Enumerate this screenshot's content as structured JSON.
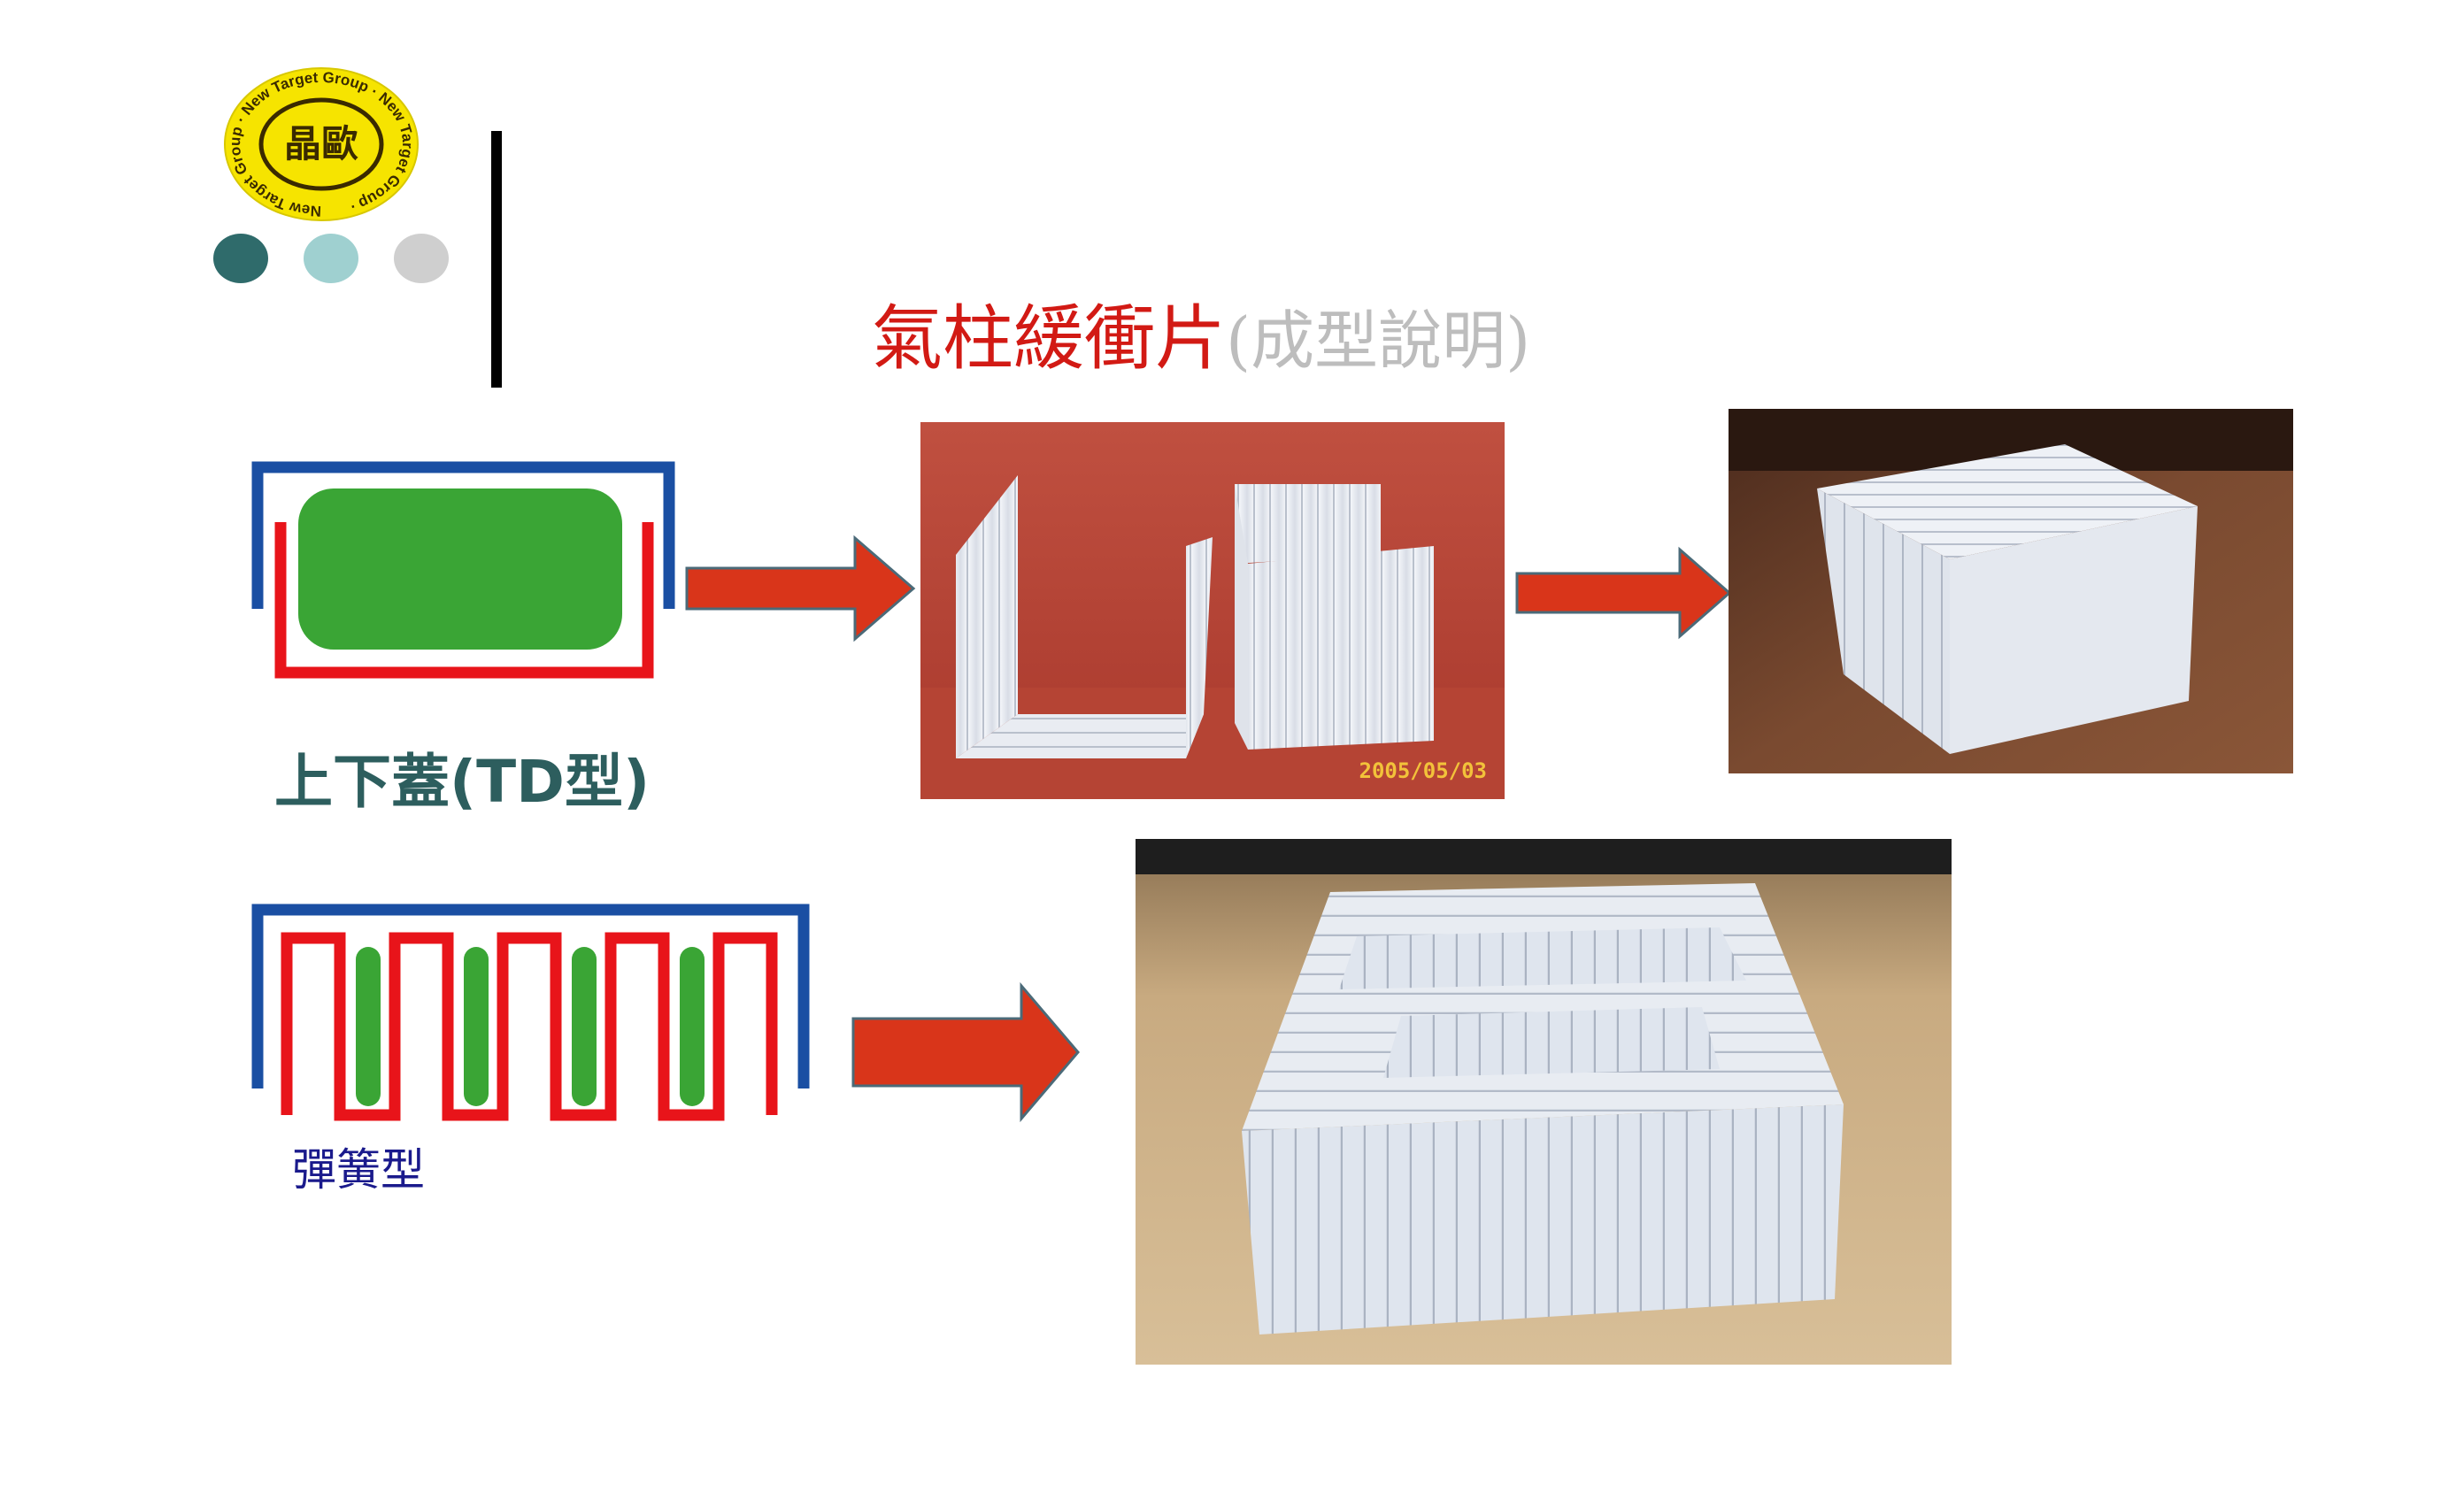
{
  "logo": {
    "center_text": "晶歐",
    "ring_text": "New Target Group · New Target Group · New Target Group ·",
    "colors": {
      "ring": "#f6e400",
      "inner": "#f6e400",
      "ink": "#3a2a00"
    }
  },
  "decor_dots": [
    "#2f6b6b",
    "#9fd0d0",
    "#cfcfcf"
  ],
  "title": {
    "main": "氣柱緩衝片",
    "sub": "(成型說明)"
  },
  "td_type": {
    "label": "上下蓋(TD型)"
  },
  "spring_type": {
    "label": "彈簧型"
  },
  "photos": {
    "photo1_date": "2005/05/03"
  },
  "colors": {
    "blue_frame": "#1a4fa3",
    "red_frame": "#e8141a",
    "green_fill": "#3aa535",
    "arrow_fill": "#d9351a",
    "arrow_stroke": "#4b6a78"
  }
}
